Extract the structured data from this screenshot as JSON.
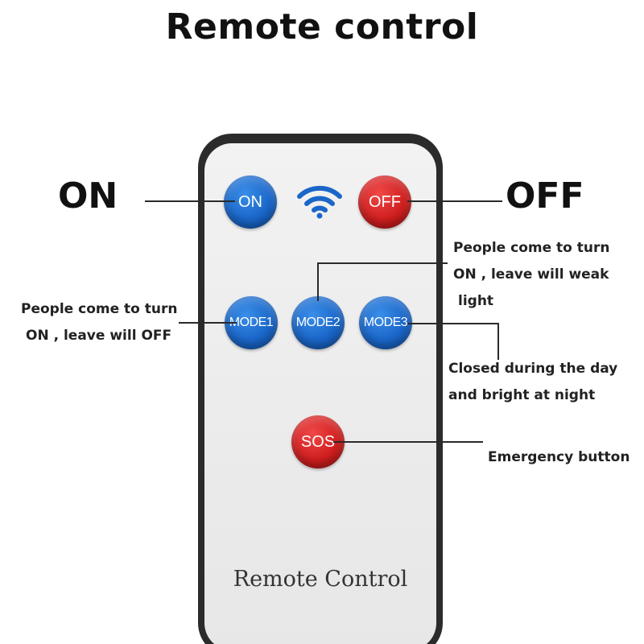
{
  "title": "Remote control",
  "remote": {
    "brand": "Remote Control",
    "buttons": {
      "on": "ON",
      "off": "OFF",
      "mode1": "MODE1",
      "mode2": "MODE2",
      "mode3": "MODE3",
      "sos": "SOS"
    }
  },
  "callouts": {
    "on": "ON",
    "off": "OFF",
    "mode1": {
      "line1": "People come to turn",
      "line2": "ON , leave will OFF"
    },
    "mode2": {
      "line1": "People come to turn",
      "line2": "ON , leave will weak",
      "line3": "light"
    },
    "mode3": {
      "line1": "Closed during the day",
      "line2": "and bright at night"
    },
    "sos": "Emergency button"
  },
  "colors": {
    "blue_button": "#1a66c9",
    "red_button": "#d01f1f",
    "remote_frame": "#2b2b2b",
    "remote_face": "#eeeeee"
  },
  "icons": {
    "signal": "wireless-signal-icon"
  }
}
